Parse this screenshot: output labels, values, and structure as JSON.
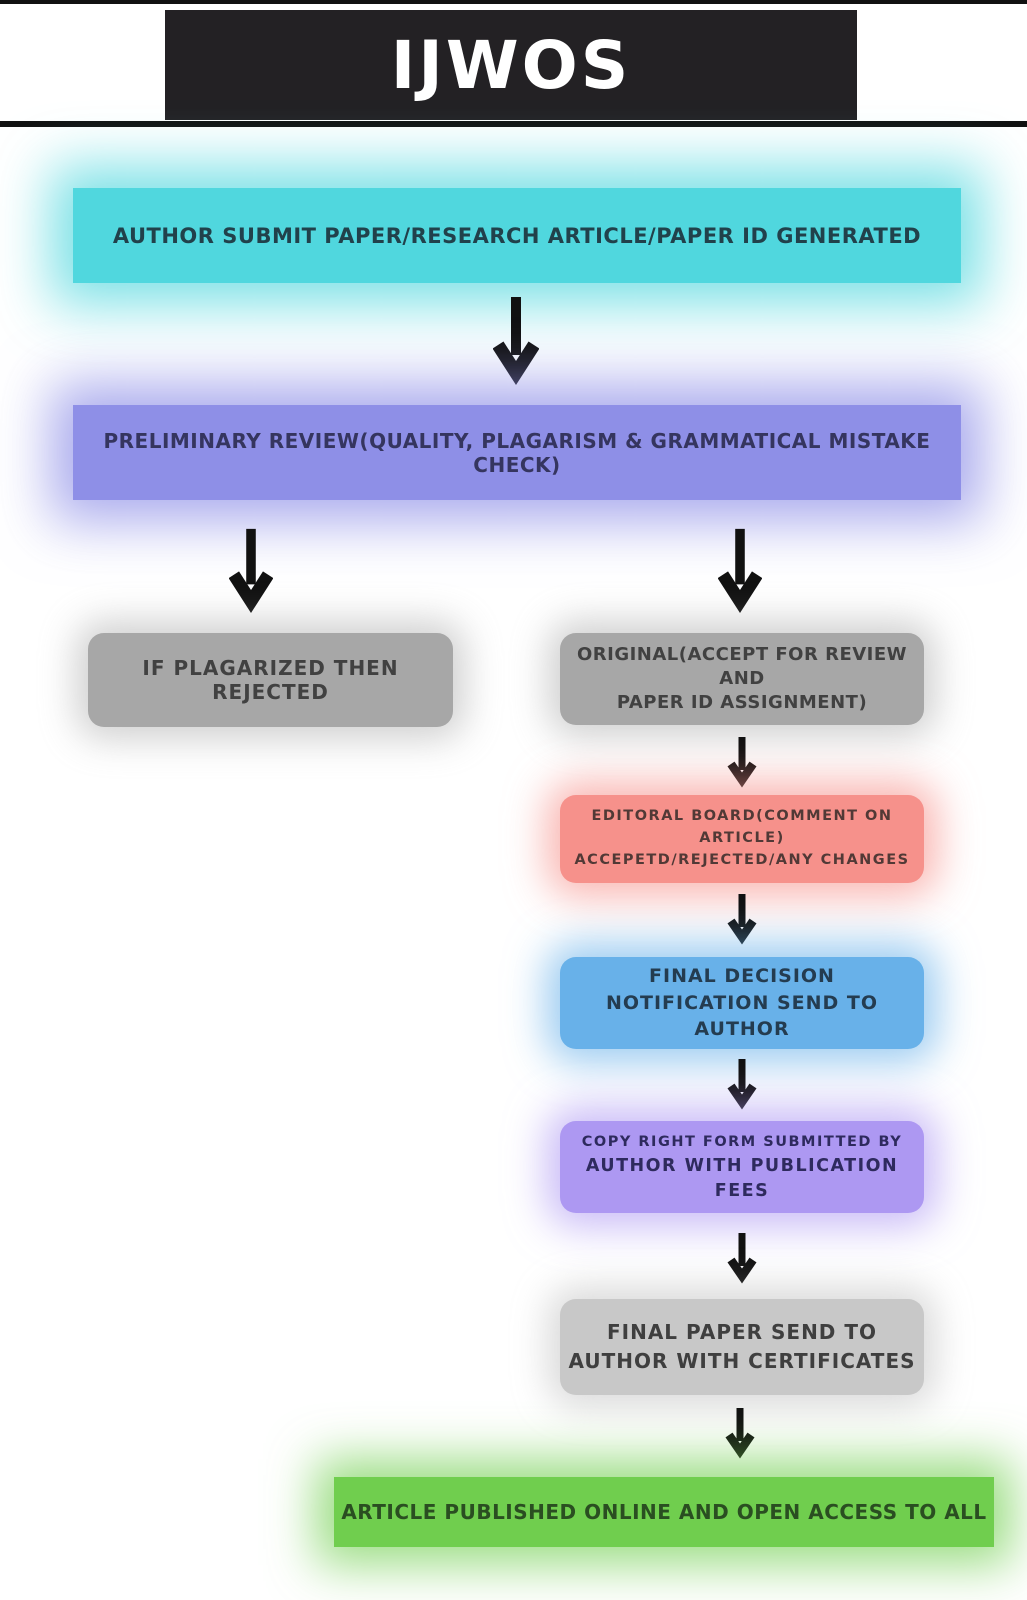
{
  "header": {
    "title": "IJWOS",
    "bg": "#232124",
    "fg": "#ffffff"
  },
  "nodes": {
    "submit": {
      "label": "AUTHOR SUBMIT PAPER/RESEARCH ARTICLE/PAPER ID GENERATED",
      "bg": "#50d7de",
      "fg": "#21414b"
    },
    "preliminary": {
      "label": "PRELIMINARY REVIEW(QUALITY, PLAGARISM & GRAMMATICAL MISTAKE CHECK)",
      "bg": "#8e8fe7",
      "fg": "#35355f"
    },
    "rejected": {
      "label": "IF PLAGARIZED THEN REJECTED",
      "bg": "#a7a7a7",
      "fg": "#414141"
    },
    "original": {
      "line1": "ORIGINAL(ACCEPT FOR REVIEW AND",
      "line2": "PAPER ID ASSIGNMENT)",
      "bg": "#a7a7a7",
      "fg": "#414141"
    },
    "editorial": {
      "line1": "EDITORAL BOARD(COMMENT ON ARTICLE)",
      "line2": "ACCEPETD/REJECTED/ANY CHANGES",
      "bg": "#f6918b",
      "fg": "#513936"
    },
    "decision": {
      "line1": "FINAL DECISION",
      "line2": "NOTIFICATION SEND TO AUTHOR",
      "bg": "#68b1e9",
      "fg": "#243c50"
    },
    "copyright": {
      "line1": "COPY RIGHT FORM SUBMITTED BY",
      "line2": "AUTHOR WITH PUBLICATION FEES",
      "bg": "#ad98f2",
      "fg": "#2e2a5e"
    },
    "finalpaper": {
      "line1": "FINAL PAPER SEND TO",
      "line2": "AUTHOR WITH CERTIFICATES",
      "bg": "#c8c8c8",
      "fg": "#3f3f3f"
    },
    "published": {
      "label": "ARTICLE PUBLISHED ONLINE AND OPEN ACCESS TO ALL",
      "bg": "#70ce4e",
      "fg": "#2a4e21"
    }
  },
  "icons": {
    "arrow": "arrow-down-icon"
  },
  "accent_colors": {
    "line": "#111111",
    "arrow": "#111111",
    "page_bg": "#ffffff"
  }
}
